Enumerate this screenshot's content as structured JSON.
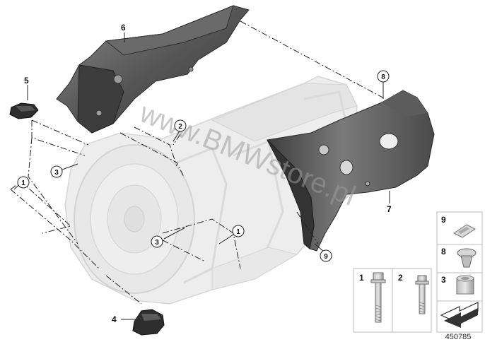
{
  "callouts": {
    "c1a": "1",
    "c1b": "1",
    "c2": "2",
    "c3a": "3",
    "c3b": "3",
    "p4": "4",
    "p5": "5",
    "p6": "6",
    "p7": "7",
    "c8": "8",
    "c9": "9"
  },
  "legend": {
    "bolt1": "1",
    "bolt2": "2",
    "sleeve3": "3",
    "clip8": "8",
    "clip9": "9"
  },
  "watermark": "www.BMWstore.pl",
  "diagram_number": "450785",
  "colors": {
    "shield_dark": "#4a4a4a",
    "shield_mid": "#6e6e6e",
    "shield_light": "#9a9a9a",
    "housing_ghost": "#e3e3e3",
    "legend_border": "#bbbbbb"
  }
}
